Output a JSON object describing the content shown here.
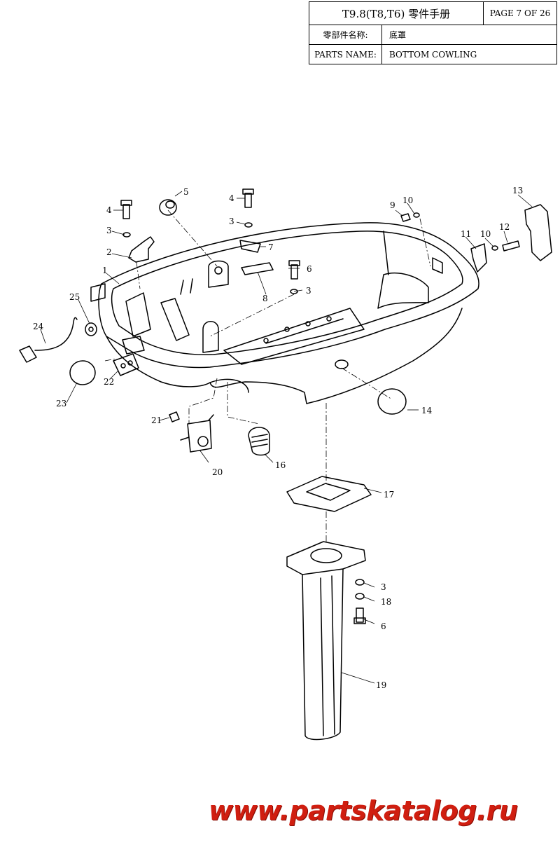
{
  "header": {
    "title": "T9.8(T8,T6) 零件手册",
    "page": "PAGE 7 OF 26",
    "part_name_cn_label": "零部件名称:",
    "part_name_cn_value": "底罩",
    "part_name_en_label": "PARTS NAME:",
    "part_name_en_value": "BOTTOM COWLING"
  },
  "callouts": [
    "1",
    "2",
    "3",
    "3",
    "3",
    "3",
    "4",
    "4",
    "5",
    "6",
    "6",
    "7",
    "8",
    "9",
    "10",
    "10",
    "11",
    "12",
    "13",
    "14",
    "16",
    "17",
    "18",
    "19",
    "20",
    "21",
    "22",
    "23",
    "24",
    "25"
  ],
  "watermark": "www.partskatalog.ru"
}
